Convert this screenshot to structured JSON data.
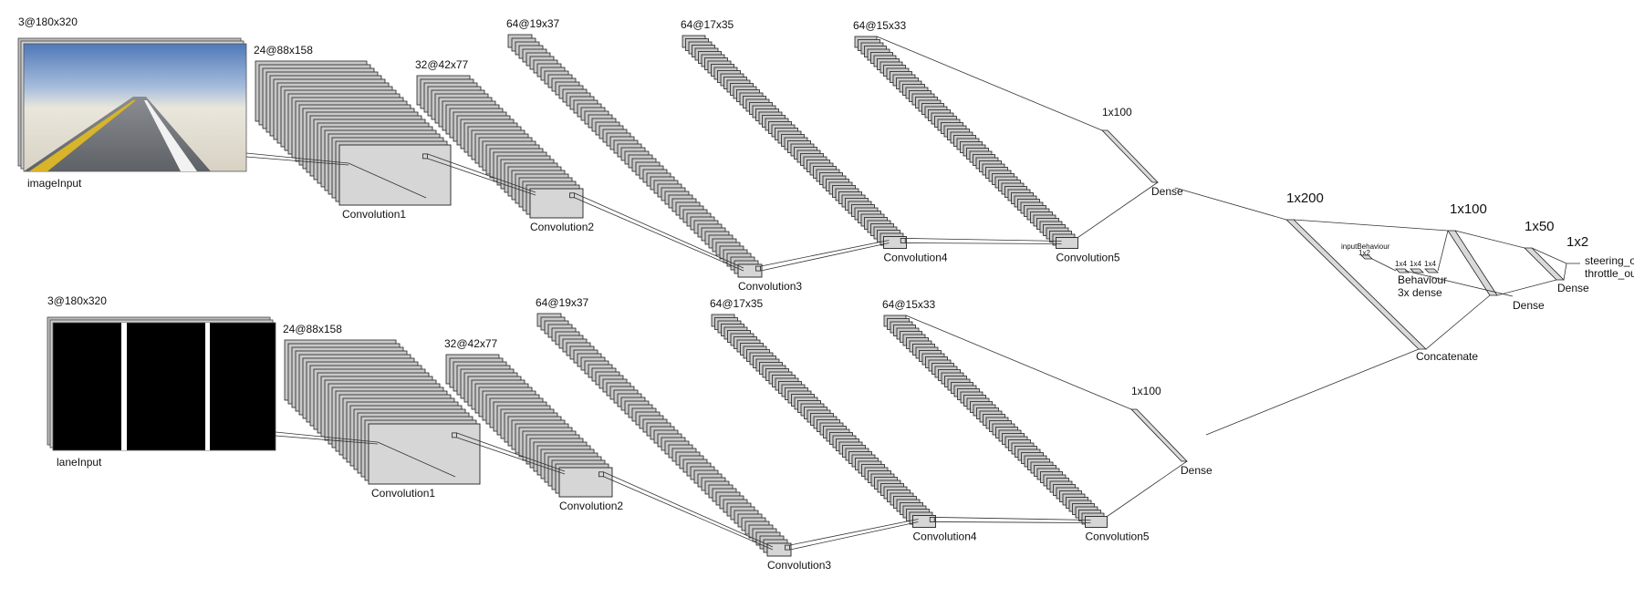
{
  "branches": [
    {
      "input": {
        "name": "imageInput",
        "shape": "3@180x320",
        "kind": "road-photo"
      },
      "layers": [
        {
          "shape": "24@88x158",
          "name": "Convolution1"
        },
        {
          "shape": "32@42x77",
          "name": "Convolution2"
        },
        {
          "shape": "64@19x37",
          "name": "Convolution3"
        },
        {
          "shape": "64@17x35",
          "name": "Convolution4"
        },
        {
          "shape": "64@15x33",
          "name": "Convolution5"
        }
      ],
      "dense": {
        "shape": "1x100",
        "name": "Dense"
      }
    },
    {
      "input": {
        "name": "laneInput",
        "shape": "3@180x320",
        "kind": "lane-mask"
      },
      "layers": [
        {
          "shape": "24@88x158",
          "name": "Convolution1"
        },
        {
          "shape": "32@42x77",
          "name": "Convolution2"
        },
        {
          "shape": "64@19x37",
          "name": "Convolution3"
        },
        {
          "shape": "64@17x35",
          "name": "Convolution4"
        },
        {
          "shape": "64@15x33",
          "name": "Convolution5"
        }
      ],
      "dense": {
        "shape": "1x100",
        "name": "Dense"
      }
    }
  ],
  "concat": {
    "shape": "1x200",
    "name": "Concatenate"
  },
  "behaviour": {
    "input_name": "inputBehaviour",
    "input_shape": "1x2",
    "dense_shapes": [
      "1x4",
      "1x4",
      "1x4"
    ],
    "name": "Behaviour",
    "desc": "3x dense"
  },
  "head": [
    {
      "shape": "1x100",
      "name": "Dense"
    },
    {
      "shape": "1x50",
      "name": "Dense"
    }
  ],
  "output": {
    "shape": "1x2",
    "labels": [
      "steering_o",
      "throttle_ou"
    ]
  }
}
